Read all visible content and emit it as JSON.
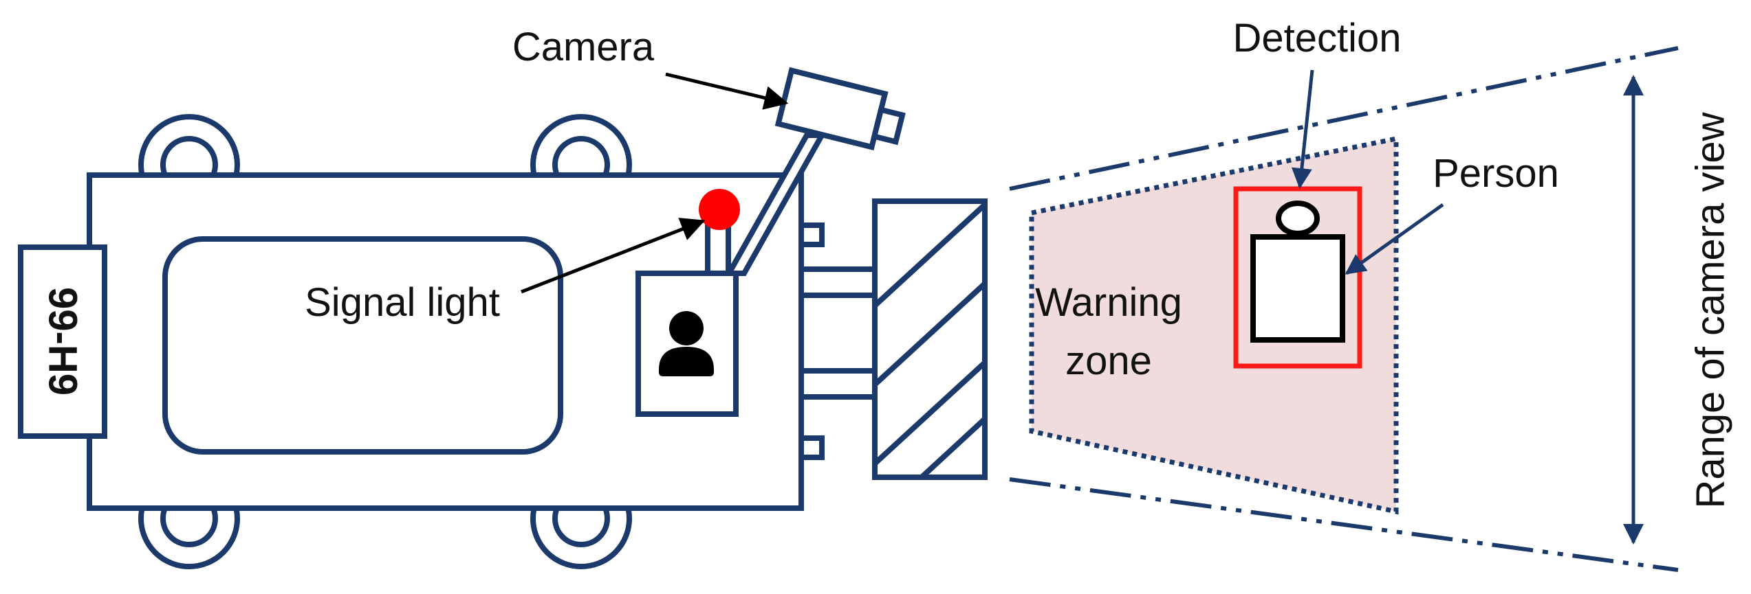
{
  "labels": {
    "camera": "Camera",
    "detection": "Detection",
    "person": "Person",
    "signal_light": "Signal light",
    "warning_zone_line1": "Warning",
    "warning_zone_line2": "zone",
    "range": "Range of camera view",
    "plate": "99-H9"
  },
  "colors": {
    "outline": "#1b3a6b",
    "warning_zone_fill": "#f0dcdc",
    "detection_box": "#ff1a1a",
    "signal_light": "#ff0000",
    "person_outline": "#000000",
    "operator_icon": "#000000"
  }
}
